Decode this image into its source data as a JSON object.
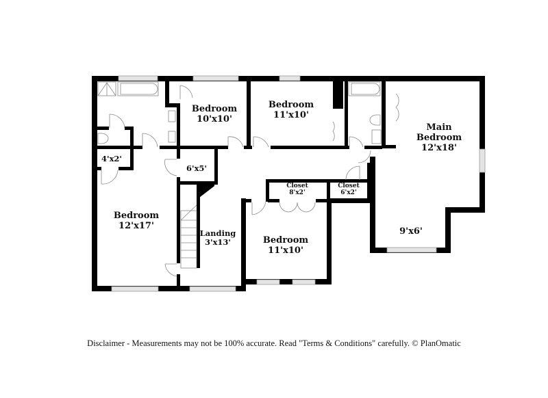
{
  "floorplan": {
    "rooms": [
      {
        "id": "bedroom-1",
        "name": "Bedroom",
        "size": "10'x10'"
      },
      {
        "id": "bedroom-2",
        "name": "Bedroom",
        "size": "11'x10'"
      },
      {
        "id": "main-bedroom",
        "name_line1": "Main",
        "name_line2": "Bedroom",
        "size": "12'x18'"
      },
      {
        "id": "closet-4x2",
        "size": "4'x2'"
      },
      {
        "id": "closet-6x5",
        "size": "6'x5'"
      },
      {
        "id": "closet-8x2",
        "name": "Closet",
        "size": "8'x2'"
      },
      {
        "id": "closet-6x2",
        "name": "Closet",
        "size": "6'x2'"
      },
      {
        "id": "bedroom-3",
        "name": "Bedroom",
        "size": "12'x17'"
      },
      {
        "id": "landing",
        "name": "Landing",
        "size": "3'x13'"
      },
      {
        "id": "bedroom-4",
        "name": "Bedroom",
        "size": "11'x10'"
      },
      {
        "id": "alcove-9x6",
        "size": "9'x6'"
      }
    ],
    "colors": {
      "wall": "#000000",
      "fixture": "#888888",
      "window": "#cfcfcf",
      "background": "#ffffff"
    }
  },
  "footer": {
    "disclaimer": "Disclaimer - Measurements may not be 100% accurate. Read \"Terms & Conditions\" carefully. © PlanOmatic"
  }
}
